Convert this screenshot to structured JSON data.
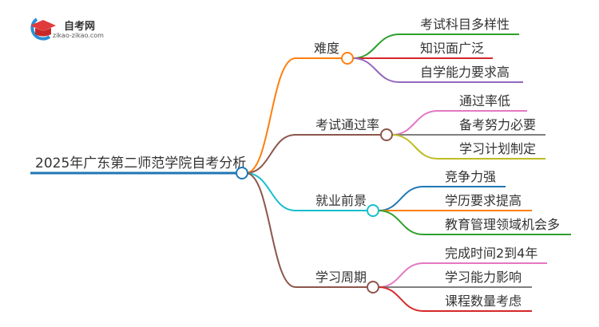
{
  "logo": {
    "title": "自考网",
    "url": "zikao-zikao.com"
  },
  "root": {
    "label": "2025年广东第二师范学院自考分析",
    "color": "#1f77b4"
  },
  "branches": [
    {
      "label": "难度",
      "color": "#ff7f0e",
      "children": [
        {
          "label": "考试科目多样性",
          "color": "#2ca02c"
        },
        {
          "label": "知识面广泛",
          "color": "#d62728"
        },
        {
          "label": "自学能力要求高",
          "color": "#9467bd"
        }
      ]
    },
    {
      "label": "考试通过率",
      "color": "#8c564b",
      "children": [
        {
          "label": "通过率低",
          "color": "#e377c2"
        },
        {
          "label": "备考努力必要",
          "color": "#7f7f7f"
        },
        {
          "label": "学习计划制定",
          "color": "#bcbd22"
        }
      ]
    },
    {
      "label": "就业前景",
      "color": "#17becf",
      "children": [
        {
          "label": "竞争力强",
          "color": "#1f77b4"
        },
        {
          "label": "学历要求提高",
          "color": "#ff7f0e"
        },
        {
          "label": "教育管理领域机会多",
          "color": "#2ca02c"
        }
      ]
    },
    {
      "label": "学习周期",
      "color": "#8c564b",
      "children": [
        {
          "label": "完成时间2到4年",
          "color": "#e377c2"
        },
        {
          "label": "学习能力影响",
          "color": "#7f7f7f"
        },
        {
          "label": "课程数量考虑",
          "color": "#d62728"
        }
      ]
    }
  ]
}
